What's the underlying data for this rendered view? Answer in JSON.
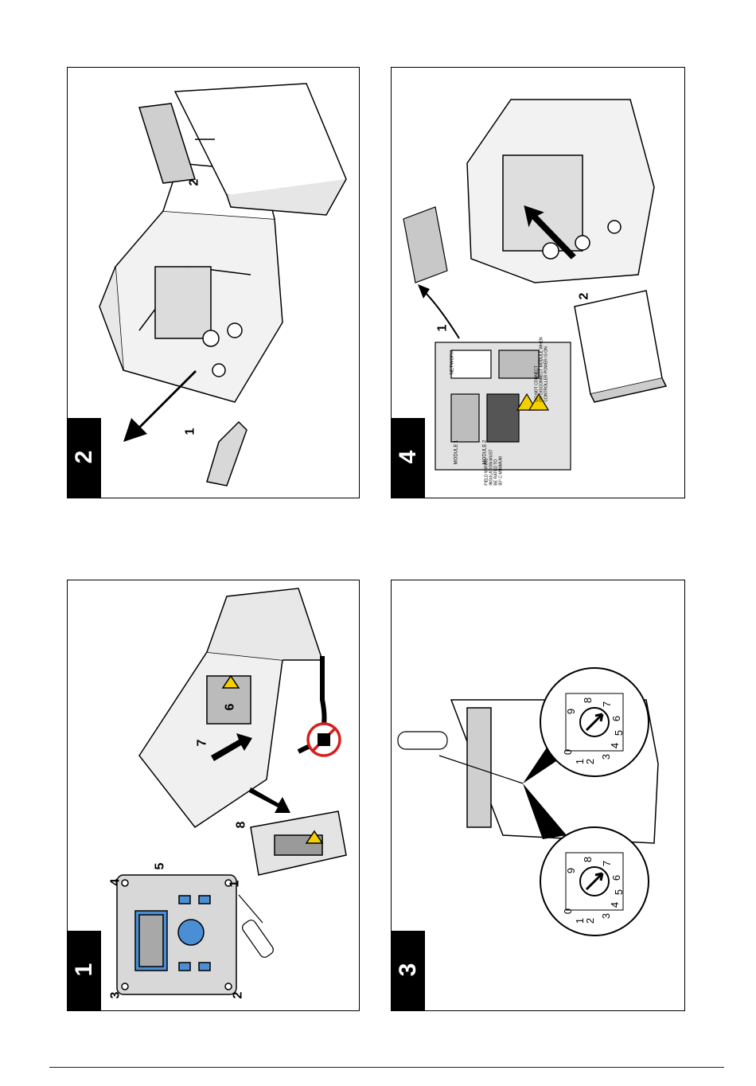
{
  "panels": {
    "p1": {
      "step": "1",
      "callouts": [
        "1",
        "2",
        "3",
        "4",
        "5",
        "6",
        "7",
        "8"
      ]
    },
    "p2": {
      "step": "2",
      "callouts": [
        "1",
        "2"
      ]
    },
    "p3": {
      "step": "3",
      "dial_left": [
        "0",
        "1",
        "2",
        "3",
        "4",
        "5",
        "6",
        "7",
        "8",
        "9"
      ],
      "dial_right": [
        "0",
        "1",
        "2",
        "3",
        "4",
        "5",
        "6",
        "7",
        "8",
        "9"
      ]
    },
    "p4": {
      "step": "4",
      "callouts": [
        "1",
        "2"
      ],
      "labels": {
        "network": "NETWORK",
        "module1": "MODULE 1",
        "module2": "MODULE 2",
        "field": "FIELD WIRING\nINSULATION MUST\nBE RATED TO\n80° C MINIMUM",
        "warning": "DO NOT CONNECT\nOR DISCONNECT MODULE WHEN\nCONTROLLER POWER IS ON"
      }
    }
  },
  "colors": {
    "line": "#000000",
    "screen_blue": "#4a8fd6",
    "warning_yellow": "#f5d000",
    "gray": "#b8b8b8"
  }
}
